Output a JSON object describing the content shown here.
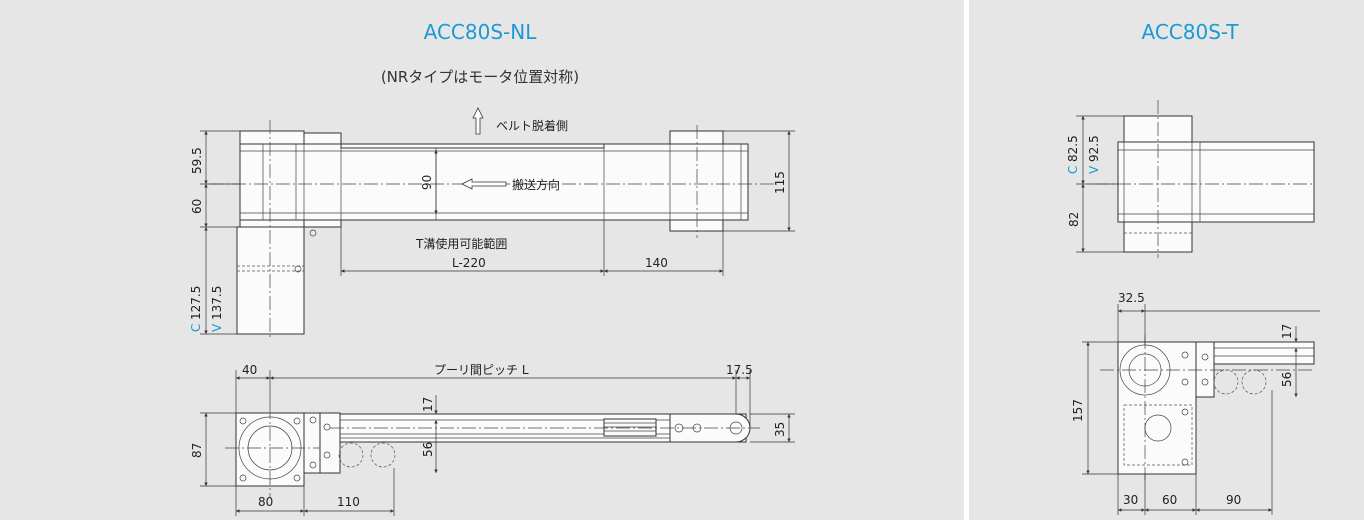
{
  "colors": {
    "background": "#e6e6e6",
    "title": "#1a9ad6",
    "cyan": "#1a9ad6",
    "divider": "#ffffff"
  },
  "left": {
    "title": "ACC80S-NL",
    "subtitle": "(NRタイプはモータ位置対称)",
    "labels": {
      "belt_side": "ベルト脱着側",
      "conveying_direction": "搬送方向",
      "t_slot_range": "T溝使用可能範囲",
      "l_minus_220": "L-220",
      "pitch": "プーリ間ピッチ L"
    },
    "dims": {
      "d59_5": "59.5",
      "d60": "60",
      "d90": "90",
      "d115": "115",
      "c127_5": "127.5",
      "v137_5": "137.5",
      "d140": "140",
      "d40": "40",
      "d17_5": "17.5",
      "d17": "17",
      "d56": "56",
      "d35": "35",
      "d87": "87",
      "d80": "80",
      "d110": "110",
      "c_prefix": "C",
      "v_prefix": "V"
    }
  },
  "right": {
    "title": "ACC80S-T",
    "dims": {
      "c82_5": "82.5",
      "v92_5": "92.5",
      "d82": "82",
      "d32_5": "32.5",
      "d17": "17",
      "d56": "56",
      "d157": "157",
      "d30": "30",
      "d60": "60",
      "d90": "90",
      "c_prefix": "C",
      "v_prefix": "V"
    }
  }
}
